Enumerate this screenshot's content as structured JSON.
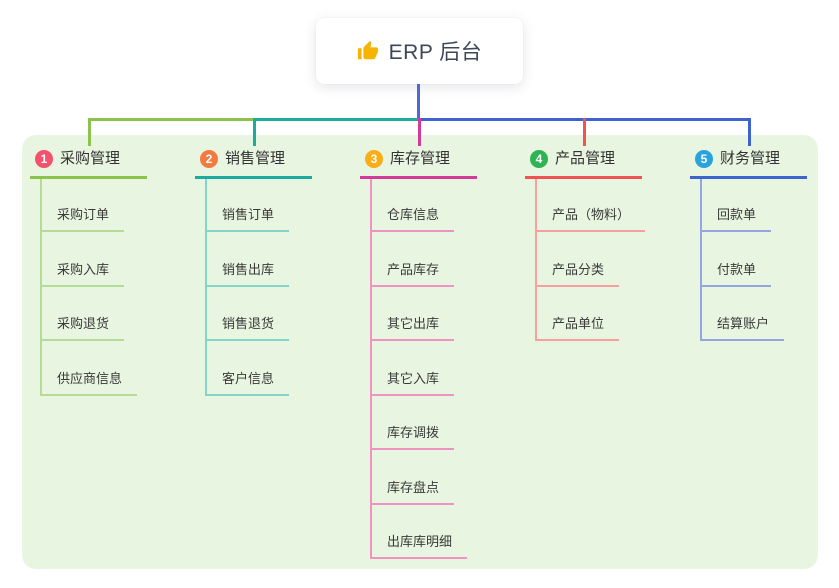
{
  "root": {
    "title": "ERP 后台",
    "icon": "thumbs-up"
  },
  "colors": {
    "page_bg": "#ffffff",
    "panel_bg": "#e8f5e1",
    "root_connector": "#4d68d8",
    "icon_yellow": "#f4b400",
    "node_text": "#3a3a3a"
  },
  "branches": [
    {
      "num": "1",
      "label": "采购管理",
      "badge_color": "#f4516c",
      "line_color": "#8cc34b",
      "child_line_color": "#b5dc96",
      "children": [
        "采购订单",
        "采购入库",
        "采购退货",
        "供应商信息"
      ]
    },
    {
      "num": "2",
      "label": "销售管理",
      "badge_color": "#f37b3f",
      "line_color": "#1baca0",
      "child_line_color": "#85d4c9",
      "children": [
        "销售订单",
        "销售出库",
        "销售退货",
        "客户信息"
      ]
    },
    {
      "num": "3",
      "label": "库存管理",
      "badge_color": "#fbad18",
      "line_color": "#d23c98",
      "child_line_color": "#ef93c3",
      "children": [
        "仓库信息",
        "产品库存",
        "其它出库",
        "其它入库",
        "库存调拨",
        "库存盘点",
        "出库库明细"
      ]
    },
    {
      "num": "4",
      "label": "产品管理",
      "badge_color": "#2eb454",
      "line_color": "#f15353",
      "child_line_color": "#f8a0a0",
      "children": [
        "产品（物料）",
        "产品分类",
        "产品单位"
      ]
    },
    {
      "num": "5",
      "label": "财务管理",
      "badge_color": "#2aa2de",
      "line_color": "#3d63d0",
      "child_line_color": "#93a6e0",
      "children": [
        "回款单",
        "付款单",
        "结算账户"
      ]
    }
  ]
}
